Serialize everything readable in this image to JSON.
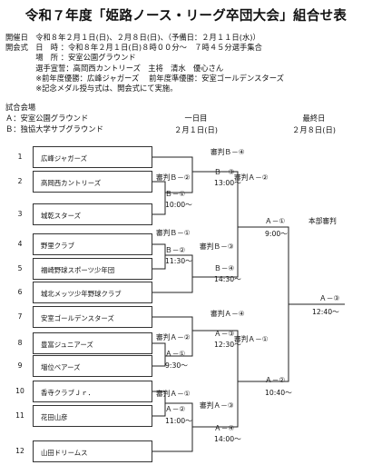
{
  "title": "令和７年度「姫路ノース・リーグ卒団大会」組合せ表",
  "info": {
    "line1": "開催日　令和８年２月１日(日)、２月８日(日)、（予備日：２月１１日(水)）",
    "line2": "開会式　日　時 ：令和８年２月１日(日)８時００分～　７時４５分選手集合",
    "line3": "　　　　場　所 ：安室公園グラウンド",
    "line4": "　　　　選手宣誓：高岡西カントリーズ　主将　清水　優心さん",
    "line5": "　　　　※前年度優勝：広峰ジャガーズ　 前年度準優勝：安室ゴールデンスターズ",
    "line6": "　　　　※記念メダル授与式は、開会式にて実施。"
  },
  "venues": {
    "heading": "試合会場",
    "a": "Ａ：安室公園グラウンド",
    "b": "Ｂ：独協大学サブグラウンド"
  },
  "days": {
    "day1_name": "一日目",
    "day1_date": "２月１日(日)",
    "day2_name": "最終日",
    "day2_date": "２月８日(日)"
  },
  "teams": [
    {
      "seed": "1",
      "name": "広峰ジャガーズ"
    },
    {
      "seed": "2",
      "name": "高岡西カントリーズ"
    },
    {
      "seed": "3",
      "name": "城乾スターズ"
    },
    {
      "seed": "4",
      "name": "野里クラブ"
    },
    {
      "seed": "5",
      "name": "福崎野球スポーツ少年団"
    },
    {
      "seed": "6",
      "name": "城北メッツ少年野球クラブ"
    },
    {
      "seed": "7",
      "name": "安室ゴールデンスターズ"
    },
    {
      "seed": "8",
      "name": "豊富ジュニアーズ"
    },
    {
      "seed": "9",
      "name": "増位ベアーズ"
    },
    {
      "seed": "10",
      "name": "香寺クラブＪｒ．"
    },
    {
      "seed": "11",
      "name": "花田山彦"
    },
    {
      "seed": "12",
      "name": "山田ドリームス"
    }
  ],
  "matches": {
    "b1_ump": "審判Ｂ－②",
    "b1_code": "Ｂ－①",
    "b1_time": "10:00～",
    "b3_ump": "審判Ｂ－④",
    "b3_code": "Ｂ－③",
    "b3_time": "13:00～",
    "b2_ump": "審判Ｂ－①",
    "b2_code": "Ｂ－②",
    "b2_time": "11:30～",
    "b4_ump": "審判Ｂ－③",
    "b4_code": "Ｂ－④",
    "b4_time": "14:30～",
    "a1_ump": "審判Ａ－②",
    "a1_code": "Ａ－①",
    "a1_time": "9:00～",
    "a3_ump": "審判Ａ－④",
    "a3_code": "Ａ－③",
    "a3_time": "12:30～",
    "a1b_ump": "審判Ａ－②",
    "a1b_code": "Ａ－①",
    "a1b_time": "9:30～",
    "a2_ump": "審判Ａ－①",
    "a2_code": "Ａ－②",
    "a2_time": "10:40～",
    "a2b_ump": "審判Ａ－①",
    "a2b_code": "Ａ－②",
    "a2b_time": "11:00～",
    "a4_ump": "審判Ａ－③",
    "a4_code": "Ａ－④",
    "a4_time": "14:00～",
    "final_ump": "本部審判",
    "final_code": "Ａ－③",
    "final_time": "12:40～"
  }
}
